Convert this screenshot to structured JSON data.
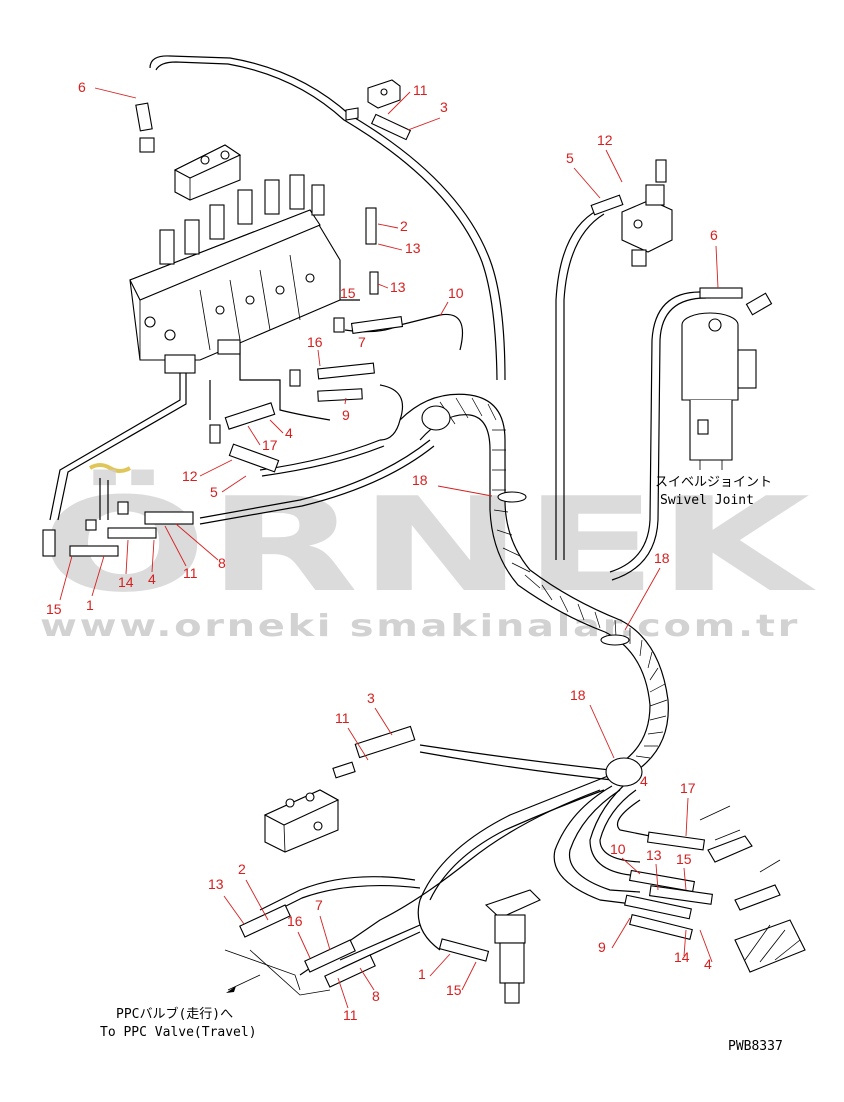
{
  "drawing_code": "PWB8337",
  "watermark": {
    "brand": "ÖRNEK",
    "url": "www.orneki smakinalar.com.tr"
  },
  "labels": {
    "swivel_joint_jp": "スイベルジョイント",
    "swivel_joint_en": "Swivel Joint",
    "ppc_valve_jp": "PPCバルブ(走行)へ",
    "ppc_valve_en": "To PPC Valve(Travel)"
  },
  "callouts": {
    "c6a": "6",
    "c11a": "11",
    "c3a": "3",
    "c2a": "2",
    "c13a": "13",
    "c15a": "15",
    "c13b": "13",
    "c10a": "10",
    "c7a": "7",
    "c16a": "16",
    "c9a": "9",
    "c17a": "17",
    "c4a": "4",
    "c12a": "12",
    "c5a": "5",
    "c18a": "18",
    "c8a": "8",
    "c11b": "11",
    "c14a": "14",
    "c4b": "4",
    "c15b": "15",
    "c1a": "1",
    "c12b": "12",
    "c5b": "5",
    "c6b": "6",
    "c18b": "18",
    "c18c": "18",
    "c3b": "3",
    "c11c": "11",
    "c4c": "4",
    "c17b": "17",
    "c10b": "10",
    "c13c": "13",
    "c15c": "15",
    "c2b": "2",
    "c13d": "13",
    "c7b": "7",
    "c16b": "16",
    "c9b": "9",
    "c14b": "14",
    "c4d": "4",
    "c1b": "1",
    "c15d": "15",
    "c8b": "8",
    "c11d": "11"
  }
}
